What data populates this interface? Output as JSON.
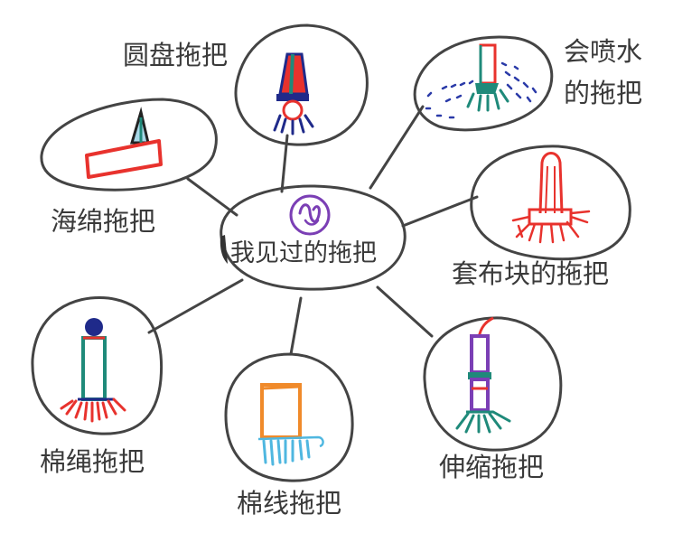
{
  "center": {
    "label": "我见过的拖把"
  },
  "nodes": [
    {
      "id": "disc",
      "label": "圆盘拖把"
    },
    {
      "id": "spray",
      "label_line1": "会喷水",
      "label_line2": "的拖把"
    },
    {
      "id": "sponge",
      "label": "海绵拖把"
    },
    {
      "id": "cover",
      "label": "套布块的拖把"
    },
    {
      "id": "rope",
      "label": "棉绳拖把"
    },
    {
      "id": "thread",
      "label": "棉线拖把"
    },
    {
      "id": "telescope",
      "label": "伸缩拖把"
    }
  ],
  "colors": {
    "ink": "#444444",
    "red": "#e8322d",
    "navy": "#1f2a8a",
    "teal": "#1f8a7a",
    "purple": "#7b3fb5",
    "orange": "#f08a2a",
    "cyan": "#4fb7e0",
    "blue_dots": "#2a3aa8"
  }
}
